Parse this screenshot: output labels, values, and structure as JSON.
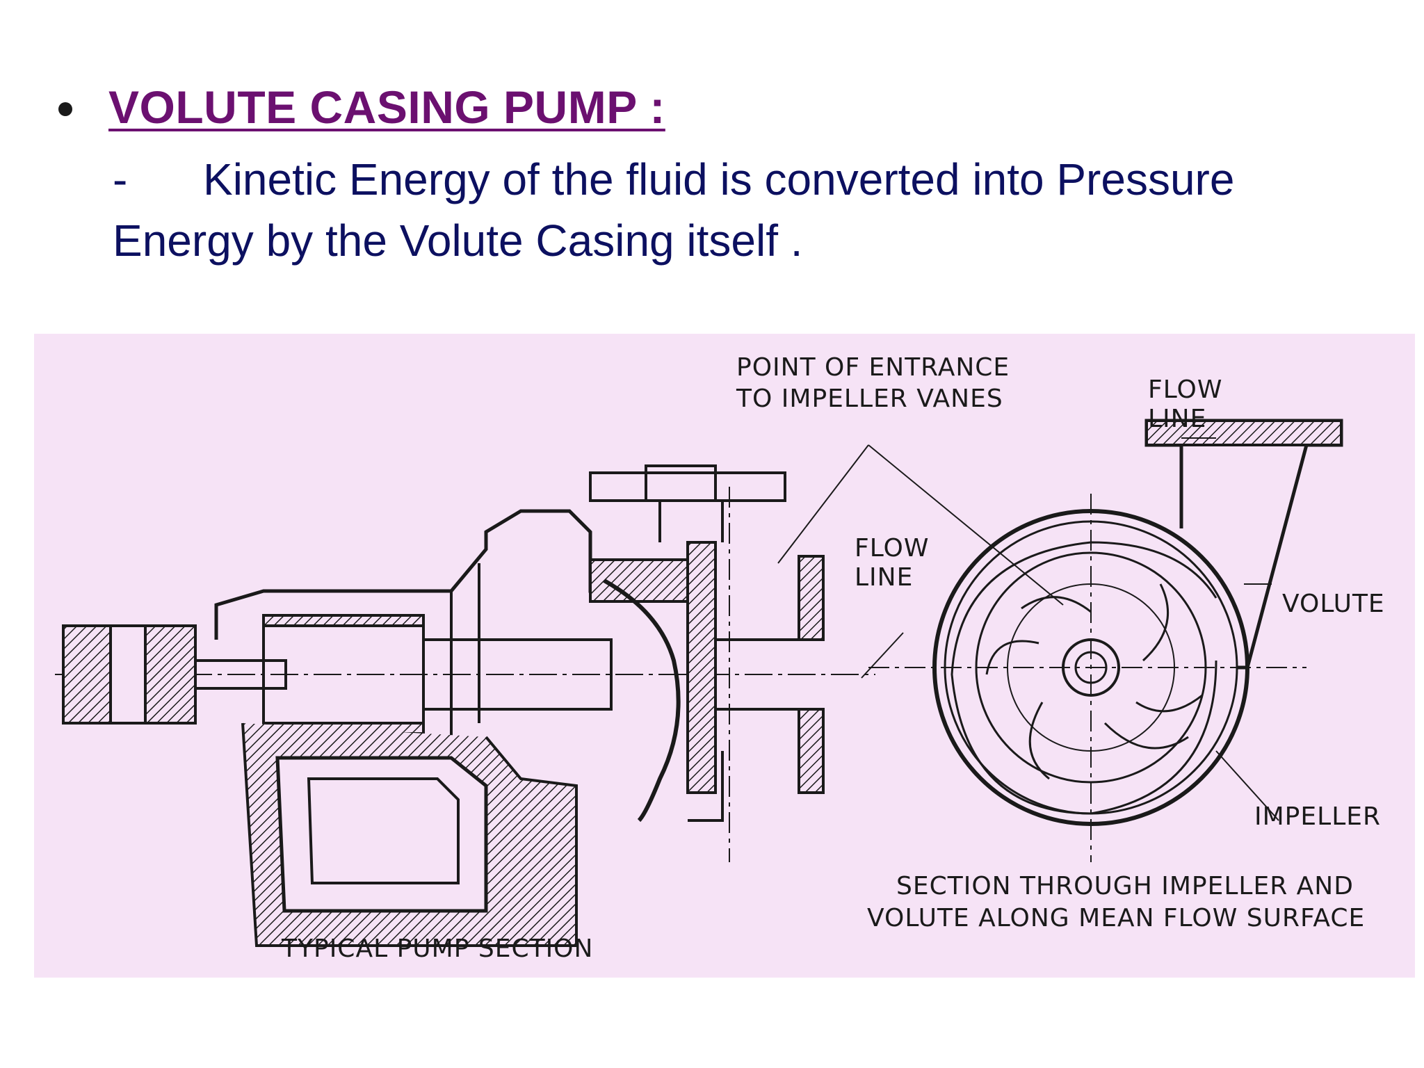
{
  "heading": {
    "title": "VOLUTE CASING PUMP :",
    "dash": "-",
    "line1": "Kinetic Energy of the fluid is converted into Pressure",
    "line2": "Energy by  the Volute  Casing itself ."
  },
  "figure": {
    "labels": {
      "entrance_1": "POINT OF ENTRANCE",
      "entrance_2": "TO IMPELLER VANES",
      "flow_line_1a": "FLOW",
      "flow_line_1b": "LINE",
      "flow_line_2a": "FLOW",
      "flow_line_2b": "LINE",
      "volute": "VOLUTE",
      "impeller": "IMPELLER",
      "typical": "TYPICAL  PUMP  SECTION",
      "section_1": "SECTION THROUGH IMPELLER AND",
      "section_2": "VOLUTE ALONG MEAN FLOW SURFACE"
    }
  }
}
